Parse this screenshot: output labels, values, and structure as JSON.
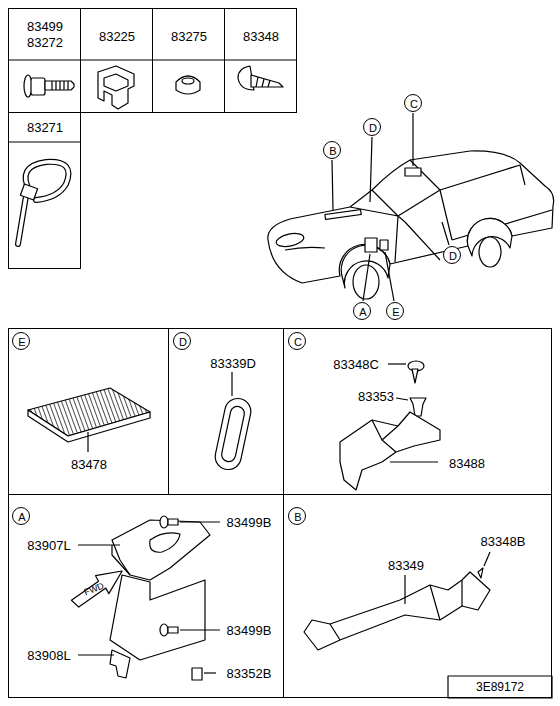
{
  "diagram": {
    "nodes": [
      {
        "text": [
          "83499 83272"
        ]
      },
      {
        "text": [
          "83225"
        ]
      },
      {
        "text": [
          "83275"
        ]
      },
      {
        "text": [
          "83348"
        ]
      },
      {
        "text": [
          "83271"
        ]
      },
      {
        "text": [
          "C"
        ]
      },
      {
        "text": [
          "D"
        ]
      },
      {
        "text": [
          "B"
        ]
      },
      {
        "text": [
          "D"
        ]
      },
      {
        "text": [
          "A"
        ]
      },
      {
        "text": [
          "E"
        ]
      },
      {
        "text": [
          "83478"
        ]
      },
      {
        "text": [
          "E"
        ],
        "in": 11
      },
      {
        "text": [
          "83339D"
        ]
      },
      {
        "text": [
          "D"
        ],
        "in": 13
      },
      {
        "text": [
          "83348C",
          "83353",
          "83488"
        ]
      },
      {
        "text": [
          "C"
        ],
        "in": 15
      },
      {
        "text": [
          "83499B",
          "83907L",
          "83499B",
          "83908L",
          "83352B"
        ]
      },
      {
        "text": [
          "A"
        ],
        "in": 17
      },
      {
        "text": [
          "83348B",
          "83349"
        ]
      },
      {
        "text": [
          "B"
        ],
        "in": 19
      }
    ],
    "labels": [
      "FWD",
      "3E89172"
    ]
  }
}
